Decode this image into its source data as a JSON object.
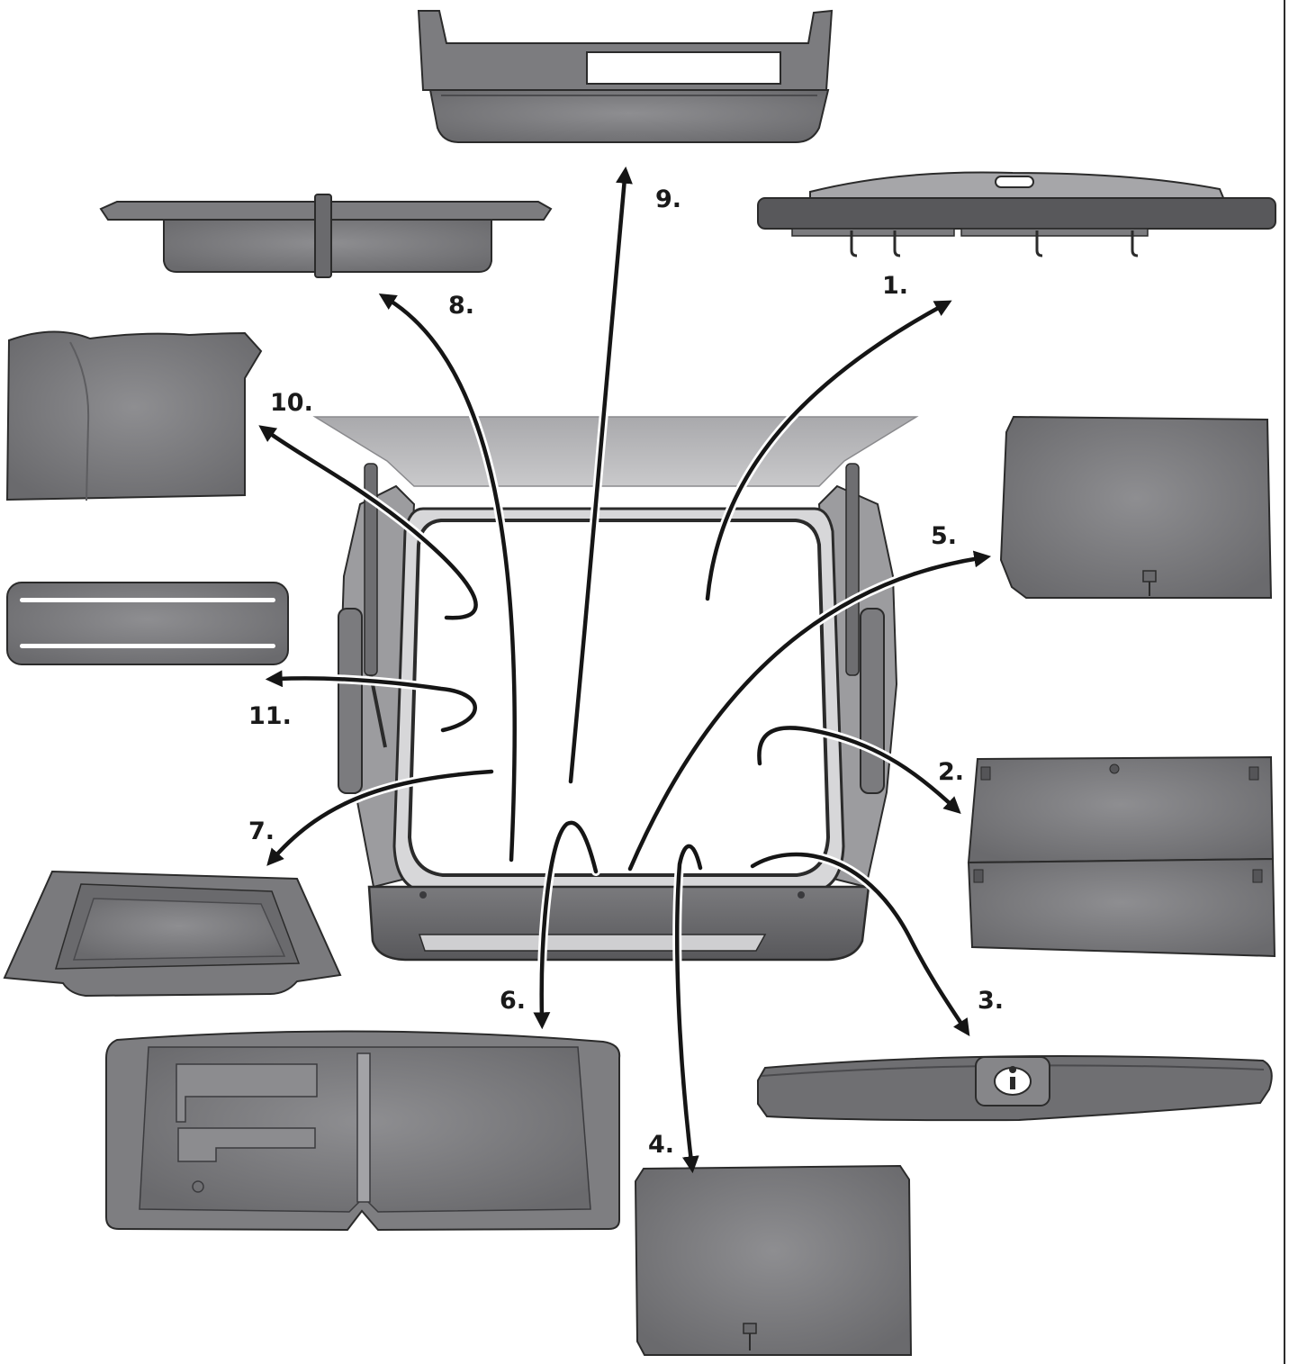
{
  "labels": {
    "p1": "1.",
    "p2": "2.",
    "p3": "3.",
    "p4": "4.",
    "p5": "5.",
    "p6": "6.",
    "p7": "7.",
    "p8": "8.",
    "p9": "9.",
    "p10": "10.",
    "p11": "11."
  },
  "colors": {
    "part_fill": "#7d7d80",
    "part_dark": "#5f5f62",
    "part_light": "#a4a4a7",
    "vehicle_roof": "#b8b8ba",
    "vehicle_body": "#9c9c9f",
    "arrow": "#151515"
  }
}
